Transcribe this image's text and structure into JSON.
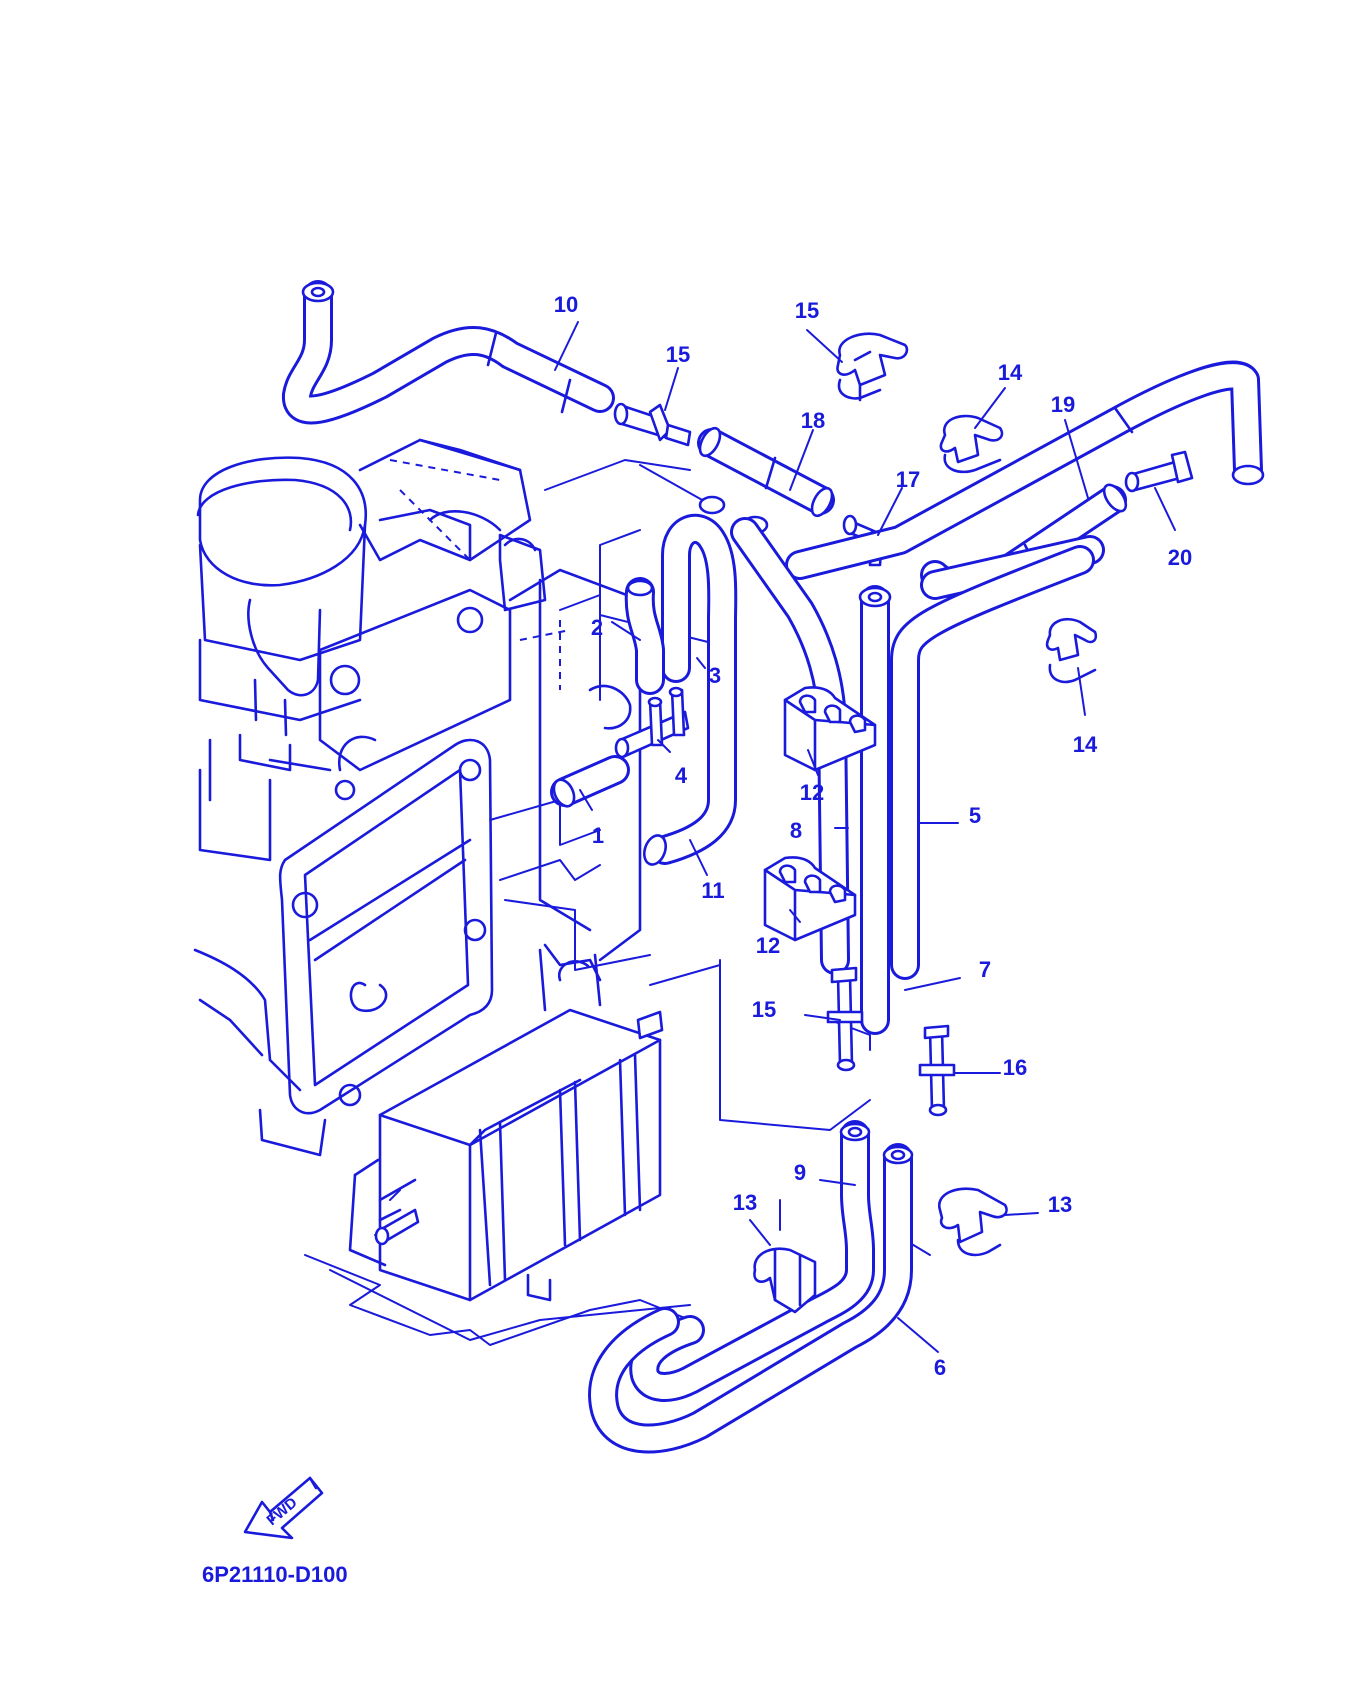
{
  "figure_code": "6P21110-D100",
  "direction_label": "FWD",
  "colors": {
    "line": "#1a1adc",
    "background": "#ffffff"
  },
  "part_labels": [
    "1",
    "2",
    "3",
    "4",
    "5",
    "6",
    "7",
    "8",
    "9",
    "10",
    "11",
    "12",
    "12",
    "13",
    "13",
    "14",
    "14",
    "15",
    "15",
    "15",
    "16",
    "17",
    "18",
    "19",
    "20"
  ]
}
